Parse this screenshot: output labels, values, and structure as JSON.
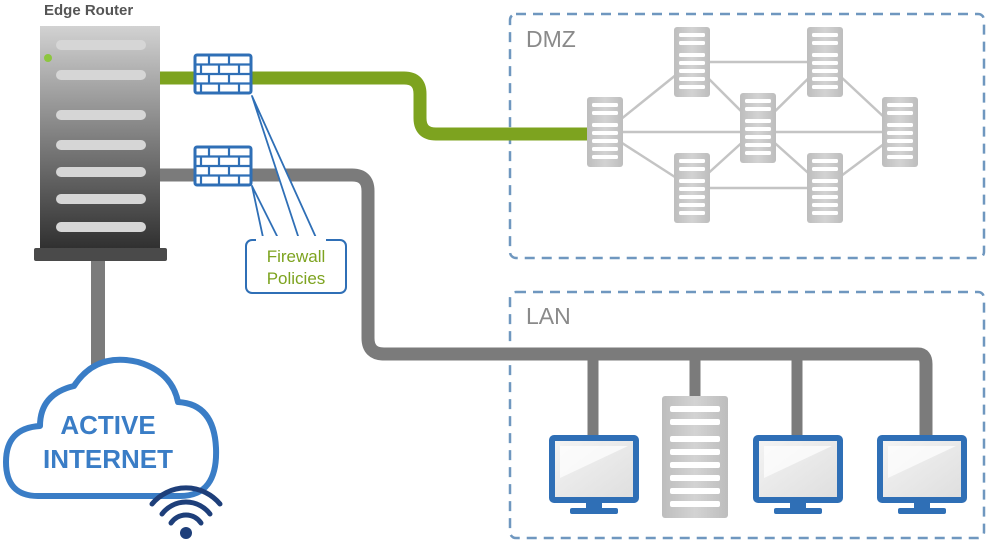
{
  "router": {
    "label": "Edge Router"
  },
  "zones": {
    "dmz": {
      "label": "DMZ"
    },
    "lan": {
      "label": "LAN"
    }
  },
  "callout": {
    "line1": "Firewall",
    "line2": "Policies"
  },
  "internet": {
    "line1": "ACTIVE",
    "line2": "INTERNET"
  },
  "colors": {
    "green_link": "#7da31f",
    "gray_link": "#7b7b7b",
    "blue_accent": "#3a7dc6",
    "zone_border": "#6f97bf",
    "server_gray": "#c5c5c5"
  },
  "icons": [
    "server-icon",
    "firewall-icon",
    "cloud-icon",
    "wifi-icon",
    "monitor-icon"
  ]
}
